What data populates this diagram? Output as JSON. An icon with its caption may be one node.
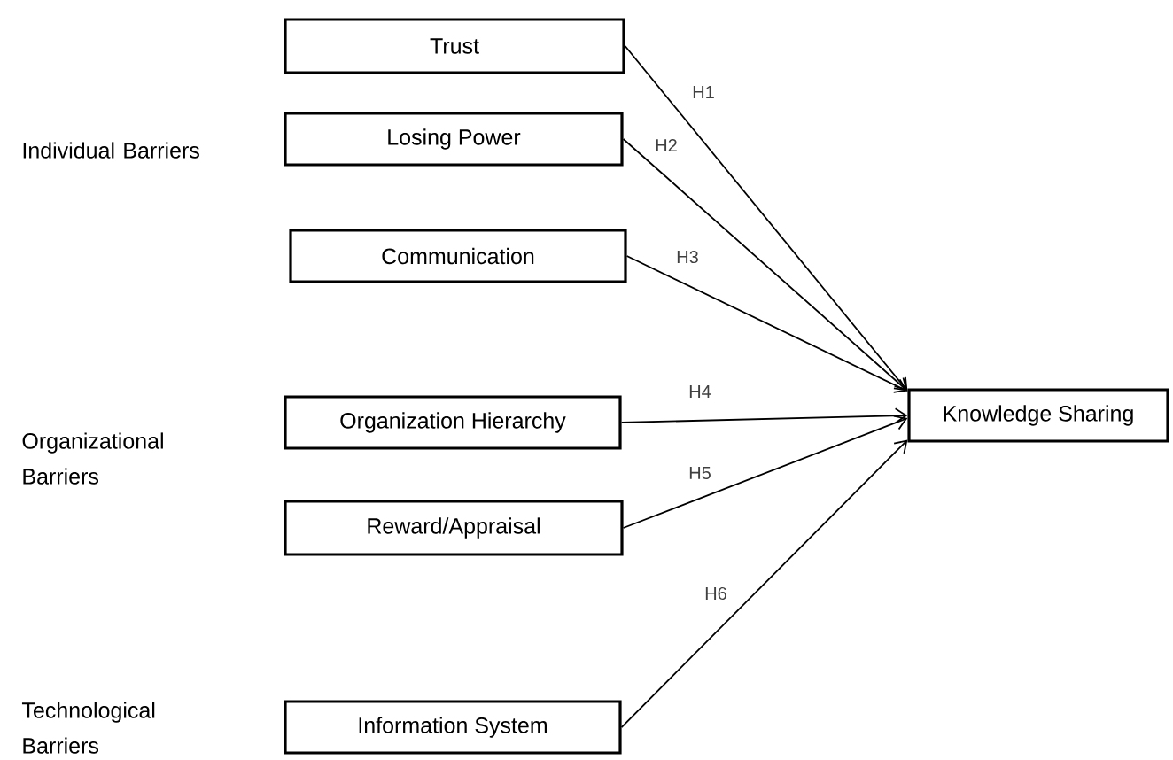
{
  "diagram": {
    "nodes": [
      {
        "text": [
          "Trust"
        ]
      },
      {
        "text": [
          "Losing Power"
        ]
      },
      {
        "text": [
          "Communication"
        ]
      },
      {
        "text": [
          "Organization Hierarchy"
        ]
      },
      {
        "text": [
          "Reward/Appraisal"
        ]
      },
      {
        "text": [
          "Information System"
        ]
      },
      {
        "text": [
          "Knowledge Sharing"
        ]
      }
    ],
    "edges": [
      {
        "from": 0,
        "to": 6,
        "arrow": "to",
        "label": "H1"
      },
      {
        "from": 1,
        "to": 6,
        "arrow": "to",
        "label": "H2"
      },
      {
        "from": 2,
        "to": 6,
        "arrow": "to",
        "label": "H3"
      },
      {
        "from": 3,
        "to": 6,
        "arrow": "to",
        "label": "H4"
      },
      {
        "from": 4,
        "to": 6,
        "arrow": "to",
        "label": "H5"
      },
      {
        "from": 5,
        "to": 6,
        "arrow": "to",
        "label": "H6"
      }
    ],
    "labels": [
      "Individual Barriers",
      "Organizational Barriers",
      "Technological Barriers"
    ]
  }
}
